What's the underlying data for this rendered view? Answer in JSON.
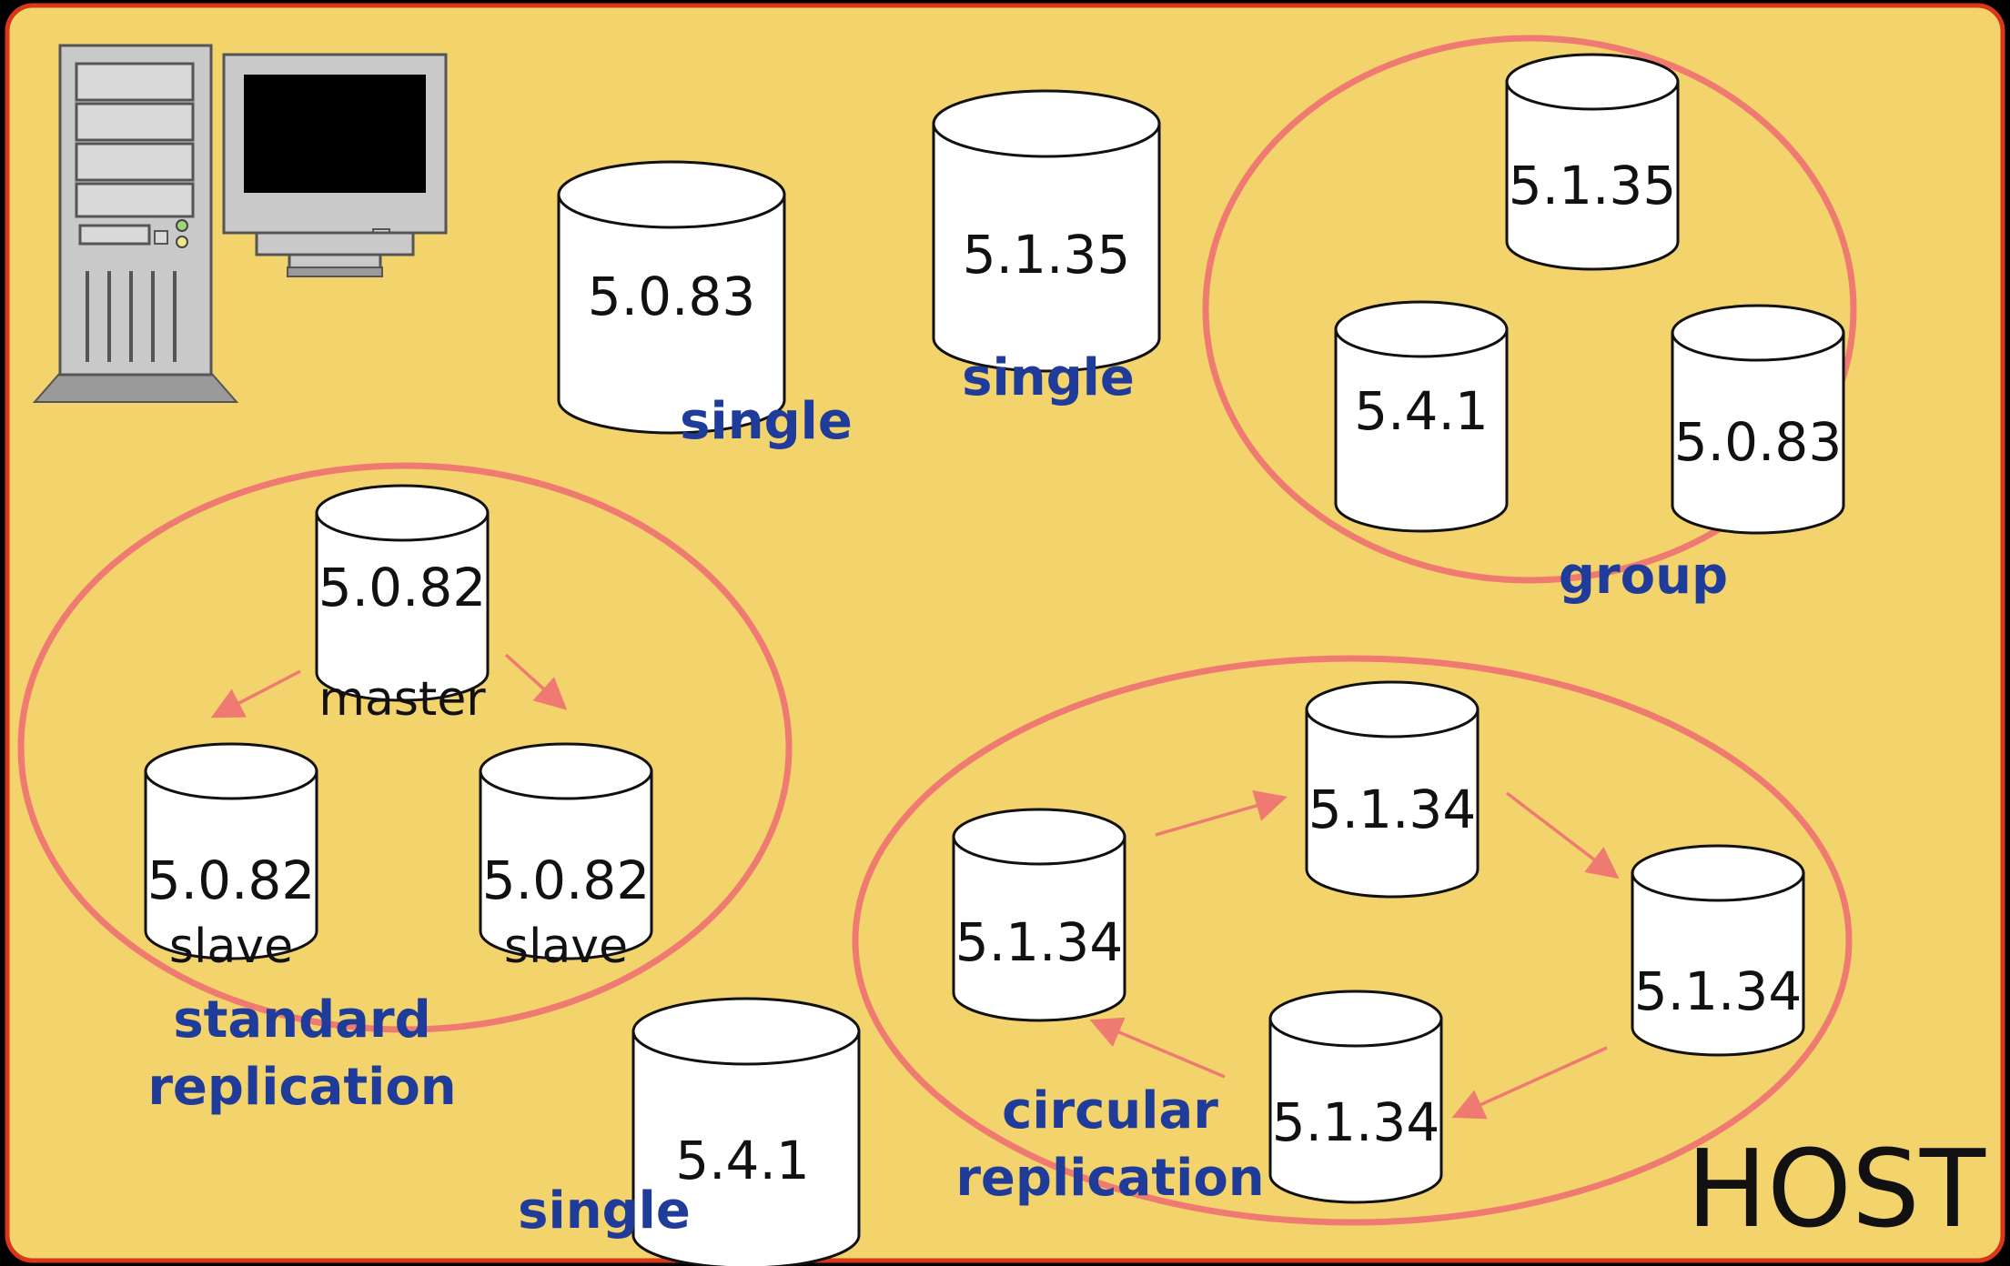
{
  "diagram": {
    "host_label": "HOST",
    "singles": [
      {
        "version": "5.0.83",
        "caption": "single"
      },
      {
        "version": "5.1.35",
        "caption": "single"
      },
      {
        "version": "5.4.1",
        "caption": "single"
      }
    ],
    "group": {
      "caption": "group",
      "nodes": [
        "5.1.35",
        "5.4.1",
        "5.0.83"
      ]
    },
    "standard_replication": {
      "caption_line1": "standard",
      "caption_line2": "replication",
      "master": {
        "version": "5.0.82",
        "role": "master"
      },
      "slaves": [
        {
          "version": "5.0.82",
          "role": "slave"
        },
        {
          "version": "5.0.82",
          "role": "slave"
        }
      ]
    },
    "circular_replication": {
      "caption_line1": "circular",
      "caption_line2": "replication",
      "nodes": [
        "5.1.34",
        "5.1.34",
        "5.1.34",
        "5.1.34"
      ]
    },
    "colors": {
      "background": "#f3d36b",
      "border": "#d9361a",
      "ellipse": "#ee7a72",
      "caption": "#1f3c9a"
    }
  }
}
